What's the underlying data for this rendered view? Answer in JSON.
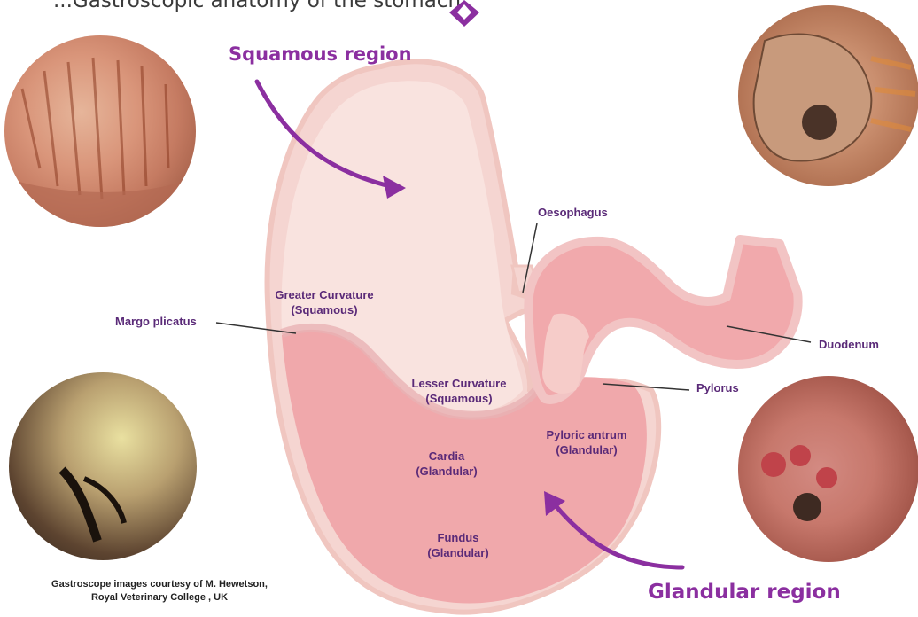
{
  "cut_off_heading": "...Gastroscopic anatomy of the stomach",
  "regions": {
    "squamous": "Squamous region",
    "glandular": "Glandular region"
  },
  "labels": {
    "greater_curvature": [
      "Greater Curvature",
      "(Squamous)"
    ],
    "lesser_curvature": [
      "Lesser Curvature",
      "(Squamous)"
    ],
    "cardia": [
      "Cardia",
      "(Glandular)"
    ],
    "pyloric_antrum": [
      "Pyloric antrum",
      "(Glandular)"
    ],
    "fundus": [
      "Fundus",
      "(Glandular)"
    ],
    "margo_plicatus": "Margo plicatus",
    "oesophagus": "Oesophagus",
    "duodenum": "Duodenum",
    "pylorus": "Pylorus"
  },
  "credit": [
    "Gastroscope images courtesy of M. Hewetson,",
    "Royal Veterinary College , UK"
  ],
  "colors": {
    "accent": "#8b2fa0",
    "label_text": "#5a2a78",
    "squamous_fill": "#f6d4d1",
    "glandular_fill": "#f0a7ab"
  }
}
